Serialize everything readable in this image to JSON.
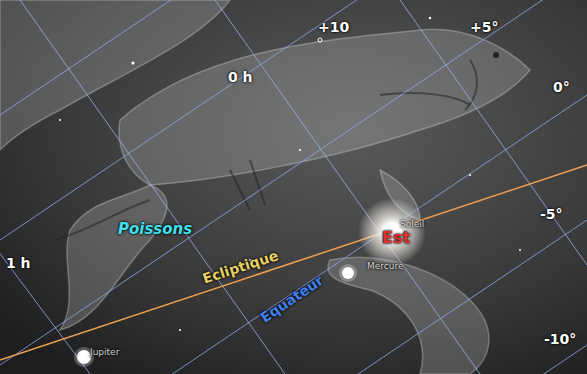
{
  "diagram": {
    "labels": [
      "+10",
      "+5°",
      "0 h",
      "0°",
      "Poissons",
      "Soleil",
      "Est",
      "-5°",
      "1 h",
      "Ecliptique",
      "Mercure",
      "Equateur",
      "-10°",
      "Jupiter"
    ]
  }
}
